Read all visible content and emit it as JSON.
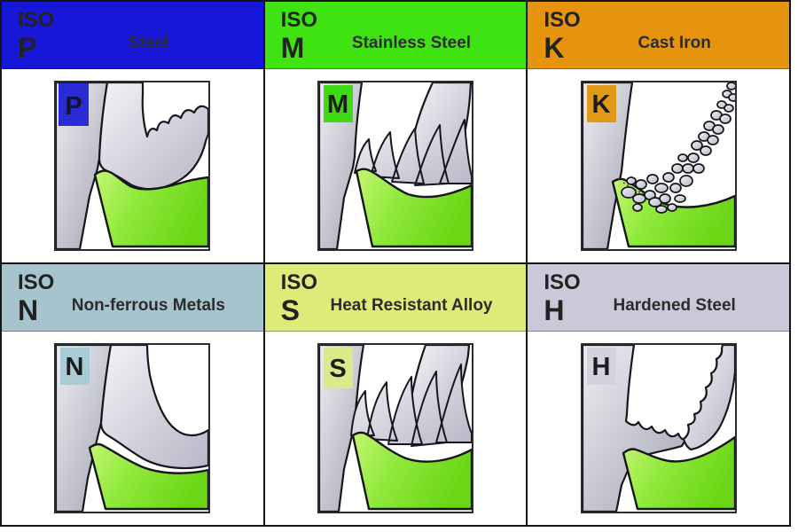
{
  "palette": {
    "frame_border": "#141414",
    "page_background": "#ffffff",
    "insert_color": "#7fe22b",
    "workpiece_color": "#c4c4cf",
    "text_color": "#2c2c2c"
  },
  "cells": [
    {
      "id": "p",
      "iso_label": "ISO",
      "letter": "P",
      "material": "Steel",
      "header_color": "#1717d8",
      "badge_color": "#2b2bd6",
      "chip_style": "smooth-curled-chip"
    },
    {
      "id": "m",
      "iso_label": "ISO",
      "letter": "M",
      "material": "Stainless Steel",
      "header_color": "#40e312",
      "badge_color": "#3fd916",
      "chip_style": "lamellar-serrated-chip"
    },
    {
      "id": "k",
      "iso_label": "ISO",
      "letter": "K",
      "material": "Cast Iron",
      "header_color": "#e6940e",
      "badge_color": "#e09a1a",
      "chip_style": "crumbled-granular-chips"
    },
    {
      "id": "n",
      "iso_label": "ISO",
      "letter": "N",
      "material": "Non-ferrous Metals",
      "header_color": "#a6c4ce",
      "badge_color": "#a8cbd6",
      "chip_style": "long-smooth-curled-chip"
    },
    {
      "id": "s",
      "iso_label": "ISO",
      "letter": "S",
      "material": "Heat Resistant Alloy",
      "header_color": "#dfeb78",
      "badge_color": "#dce98a",
      "chip_style": "sharp-serrated-chip"
    },
    {
      "id": "h",
      "iso_label": "ISO",
      "letter": "H",
      "material": "Hardened Steel",
      "header_color": "#c9c9d9",
      "badge_color": "#d3d3de",
      "chip_style": "segmented-wavy-chip"
    }
  ]
}
